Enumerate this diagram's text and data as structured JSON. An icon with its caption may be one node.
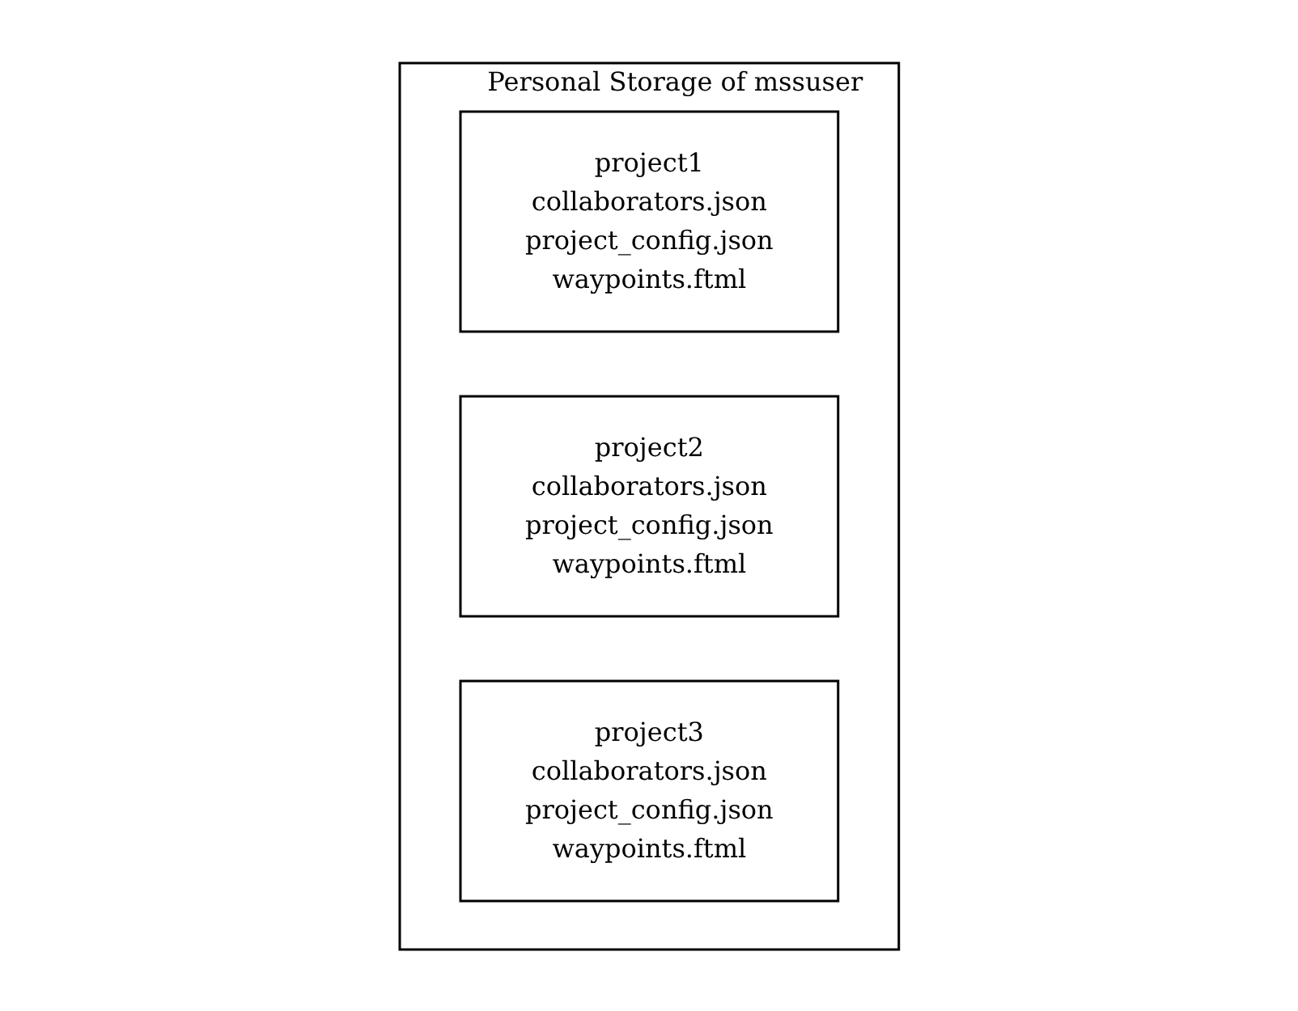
{
  "diagram": {
    "nodes": [
      {
        "text": [
          "Personal Storage of mssuser"
        ]
      },
      {
        "text": [
          "project1",
          "collaborators.json",
          "project_config.json",
          "waypoints.ftml"
        ],
        "in": 0
      },
      {
        "text": [
          "project2",
          "collaborators.json",
          "project_config.json",
          "waypoints.ftml"
        ],
        "in": 0
      },
      {
        "text": [
          "project3",
          "collaborators.json",
          "project_config.json",
          "waypoints.ftml"
        ],
        "in": 0
      }
    ]
  }
}
